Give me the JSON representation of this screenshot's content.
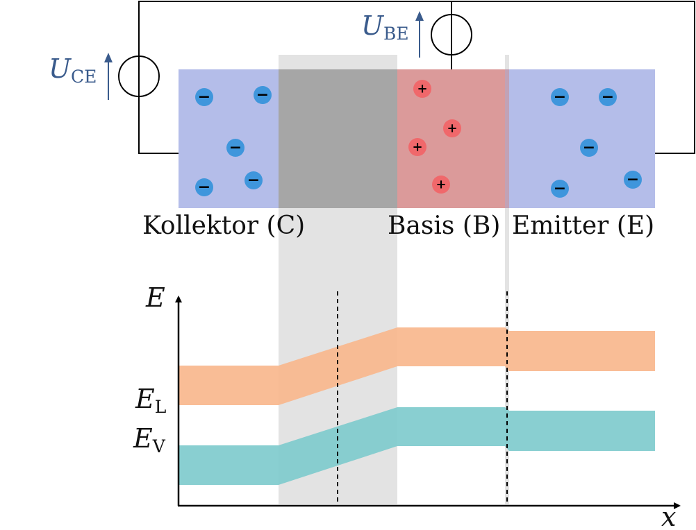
{
  "colors": {
    "n_region": "#b4bde9",
    "p_region": "#db9a9a",
    "depletion_overlay": "#a6a6a6",
    "shade_band": "#e3e3e3",
    "conduction_band": "#f9b78d",
    "valence_band": "#7fcbcd",
    "electron": "#3f96dc",
    "hole": "#f0686b",
    "voltage_label": "#3a5b8c",
    "wire": "#000000"
  },
  "icons": {
    "voltage_source": "circle-voltage-source-icon",
    "electron": "minus-circle-icon",
    "hole": "plus-circle-icon",
    "arrow": "arrow-up-icon"
  },
  "labels": {
    "collector": "Kollektor (C)",
    "base": "Basis (B)",
    "emitter": "Emitter (E)"
  },
  "voltages": {
    "uce": {
      "main": "U",
      "sub": "CE"
    },
    "ube": {
      "main": "U",
      "sub": "BE"
    }
  },
  "carriers": {
    "electron_sign": "−",
    "hole_sign": "+"
  },
  "axes": {
    "y": {
      "main": "E"
    },
    "x": {
      "main": "x"
    }
  },
  "band_labels": {
    "el": {
      "main": "E",
      "sub": "L"
    },
    "ev": {
      "main": "E",
      "sub": "V"
    }
  }
}
